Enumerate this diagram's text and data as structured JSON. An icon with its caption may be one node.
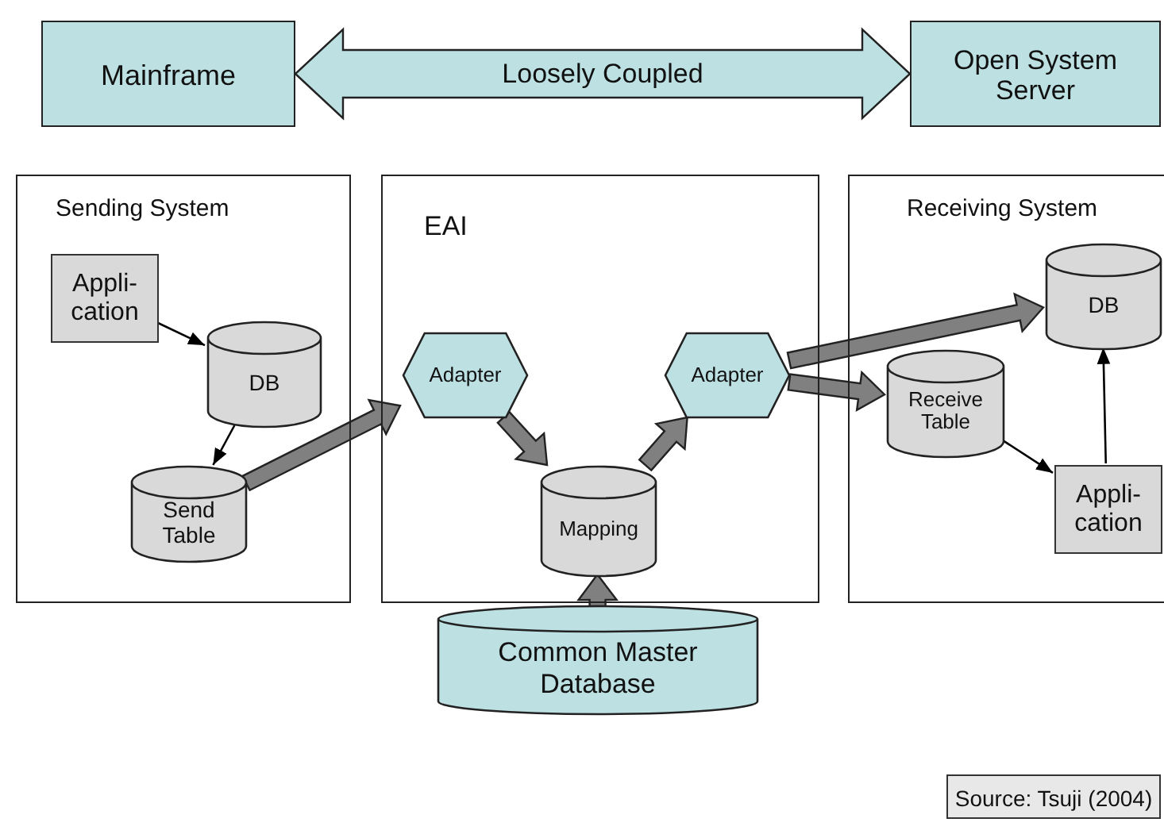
{
  "diagram": {
    "nodes": [
      {
        "text": [
          "Mainframe"
        ]
      },
      {
        "text": [
          "Open System Server"
        ]
      },
      {
        "text": [
          "Sending System"
        ]
      },
      {
        "text": [
          "Appli- cation"
        ],
        "in": 2
      },
      {
        "text": [
          "DB"
        ],
        "in": 2
      },
      {
        "text": [
          "Send Table"
        ],
        "in": 2
      },
      {
        "text": [
          "EAI"
        ]
      },
      {
        "text": [
          "Adapter"
        ],
        "in": 6
      },
      {
        "text": [
          "Adapter"
        ],
        "in": 6
      },
      {
        "text": [
          "Mapping"
        ],
        "in": 6
      },
      {
        "text": [
          "Receiving System"
        ]
      },
      {
        "text": [
          "DB"
        ],
        "in": 10
      },
      {
        "text": [
          "Receive Table"
        ],
        "in": 10
      },
      {
        "text": [
          "Appli- cation"
        ],
        "in": 10
      },
      {
        "text": [
          "Common Master Database"
        ]
      },
      {
        "text": [
          "Source: Tsuji (2004)"
        ]
      }
    ],
    "edges": [
      {
        "from": 0,
        "to": 1,
        "arrow": "both",
        "label": "Loosely Coupled",
        "style": "thick",
        "color": "#bde0e3"
      },
      {
        "from": 3,
        "to": 4,
        "arrow": "to"
      },
      {
        "from": 4,
        "to": 5,
        "arrow": "to"
      },
      {
        "from": 5,
        "to": 7,
        "arrow": "to",
        "style": "thick",
        "color": "#808080"
      },
      {
        "from": 7,
        "to": 9,
        "arrow": "to",
        "style": "thick",
        "color": "#808080"
      },
      {
        "from": 9,
        "to": 8,
        "arrow": "to",
        "style": "thick",
        "color": "#808080"
      },
      {
        "from": 8,
        "to": 11,
        "arrow": "to",
        "style": "thick",
        "color": "#808080"
      },
      {
        "from": 8,
        "to": 12,
        "arrow": "to",
        "style": "thick",
        "color": "#808080"
      },
      {
        "from": 12,
        "to": 13,
        "arrow": "to"
      },
      {
        "from": 13,
        "to": 11,
        "arrow": "to"
      },
      {
        "from": 14,
        "to": 9,
        "arrow": "to",
        "style": "thick",
        "color": "#808080"
      }
    ]
  }
}
